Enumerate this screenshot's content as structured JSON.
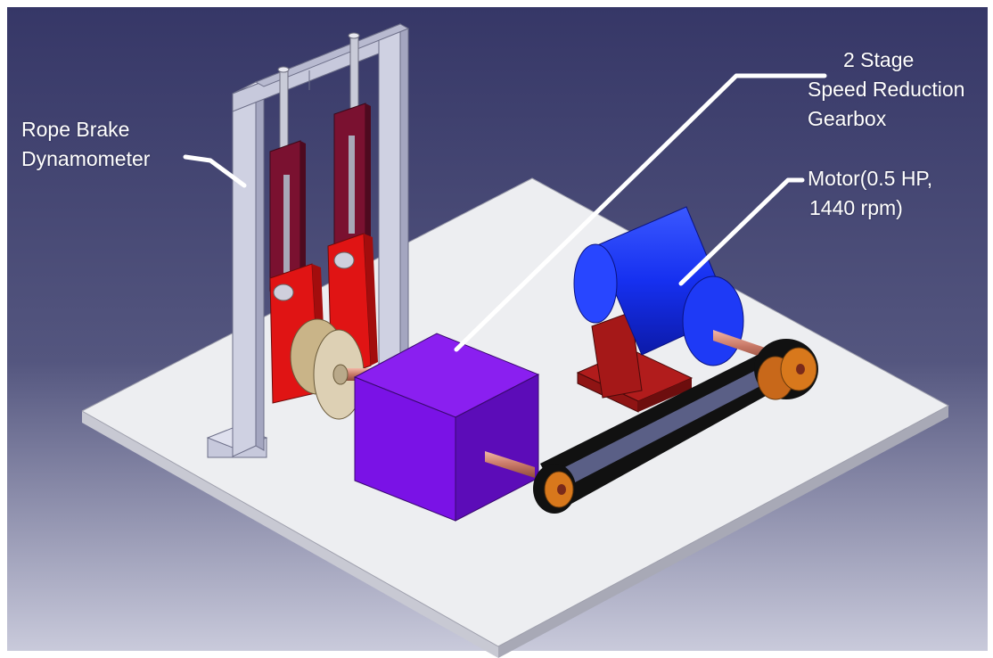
{
  "labels": {
    "dynamometer": {
      "line1": "Rope Brake",
      "line2": "Dynamometer"
    },
    "gearbox": {
      "line1": "2 Stage",
      "line2": "Speed Reduction",
      "line3": "Gearbox"
    },
    "motor": {
      "line1": "Motor(0.5 HP,",
      "line2": "1440 rpm)"
    }
  },
  "colors": {
    "background_top": "#3a3c6e",
    "background_bottom": "#c7c8d9",
    "base_plate": "#ecedf0",
    "frame": "#c9cbdd",
    "brake_arm": "#e01414",
    "brake_sleeve": "#7a1130",
    "drum": "#d8c6a4",
    "gearbox": "#7a12e6",
    "motor": "#1530f0",
    "motor_mount": "#9e1818",
    "belt": "#101010",
    "pulley": "#d8781c",
    "shaft": "#d58a78"
  }
}
